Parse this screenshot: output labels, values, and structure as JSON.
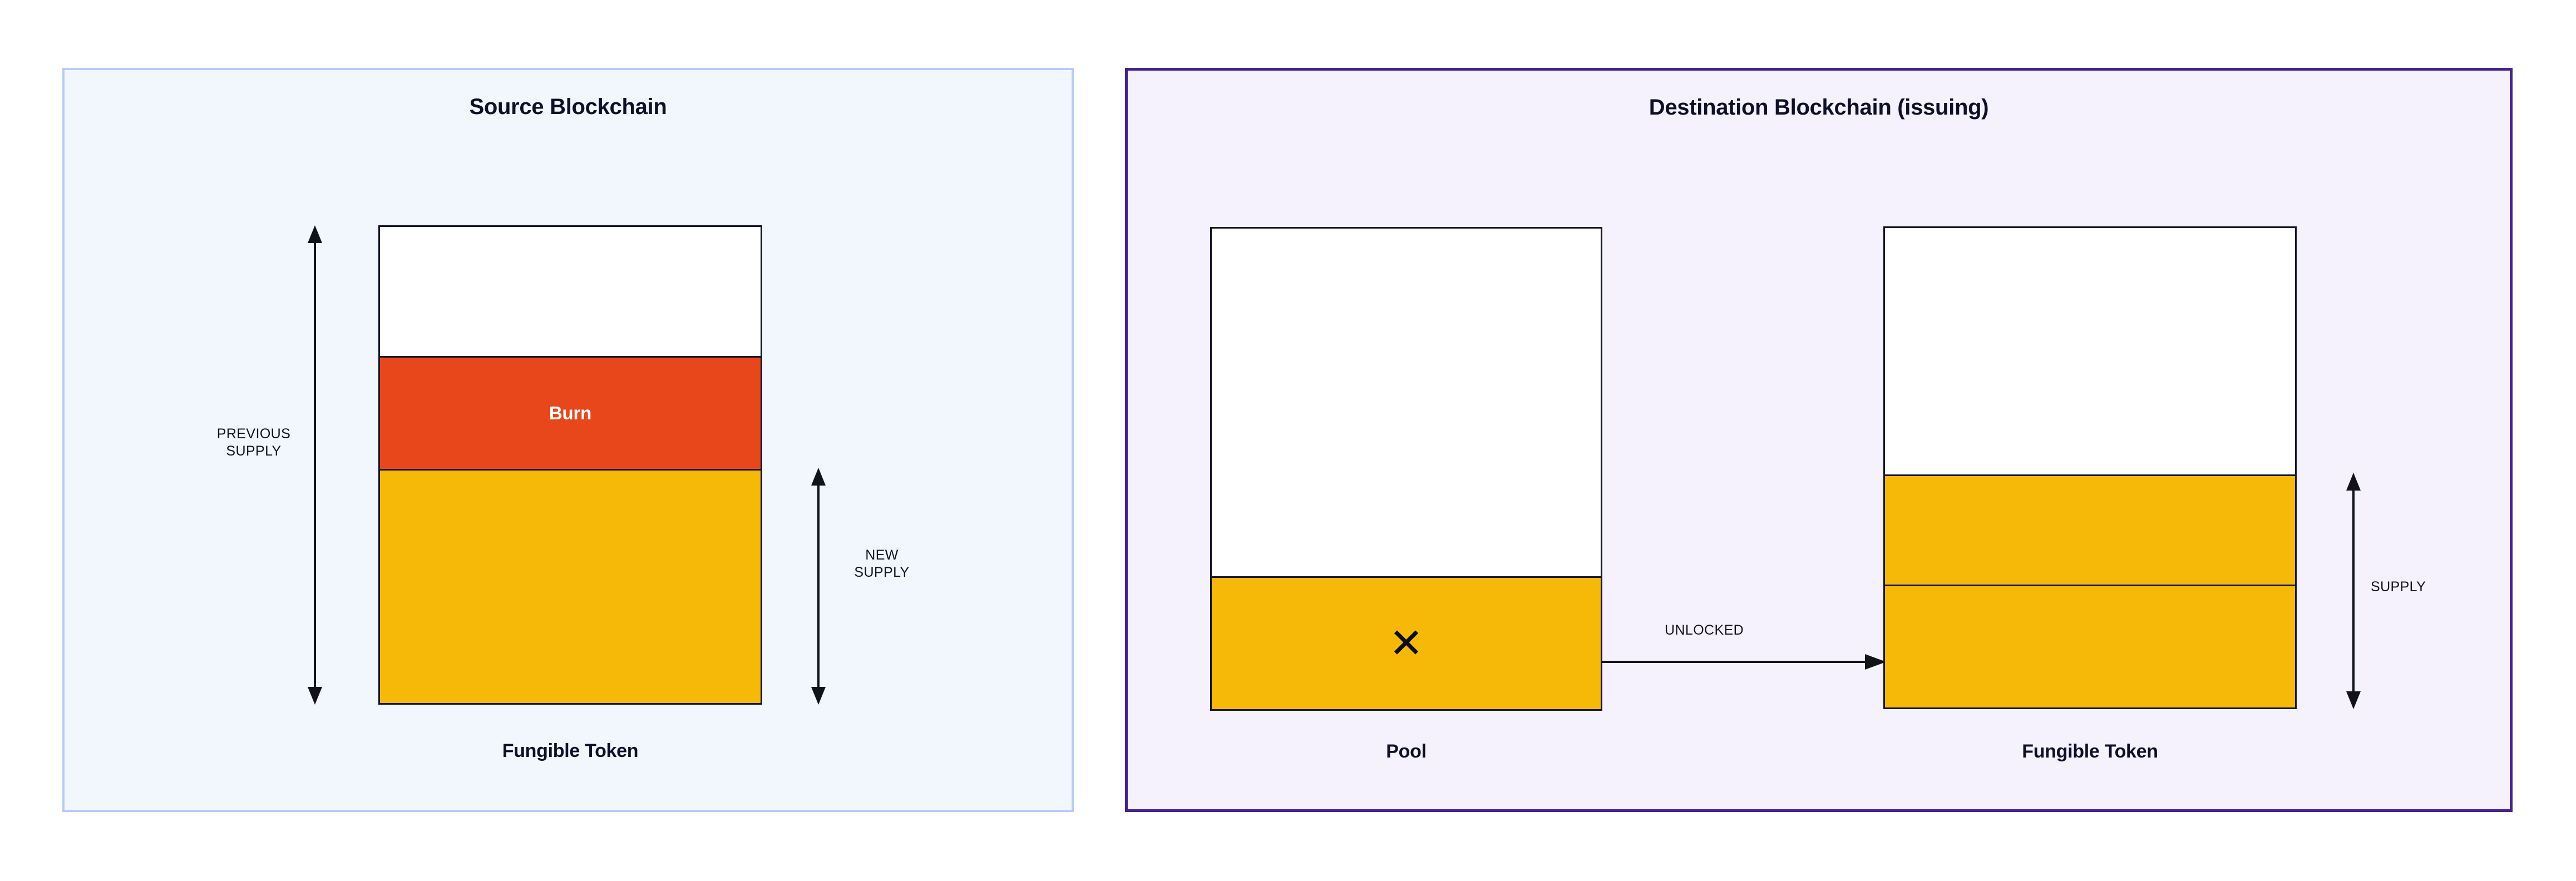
{
  "diagram": {
    "title_source": "Source Blockchain",
    "title_destination": "Destination Blockchain (issuing)"
  },
  "panels": {
    "source": {
      "title": "Source Blockchain",
      "background": "#f2f7fe",
      "border_color": "#b6cdf5",
      "token_box": {
        "caption": "Fungible Token",
        "segments": [
          {
            "name": "empty-headroom",
            "label": "",
            "color": "#ffffff"
          },
          {
            "name": "burn",
            "label": "Burn",
            "color": "#e8461b",
            "text_color": "#ffffff"
          },
          {
            "name": "remaining-supply",
            "label": "",
            "color": "#f7b908"
          }
        ]
      },
      "measures": [
        {
          "name": "previous-supply",
          "label": "PREVIOUS\nSUPPLY",
          "style": "double-headed"
        },
        {
          "name": "new-supply",
          "label": "NEW\nSUPPLY",
          "style": "double-headed"
        }
      ]
    },
    "destination": {
      "title": "Destination Blockchain (issuing)",
      "background": "#f5f2fe",
      "border_color": "#44238f",
      "pool_box": {
        "caption": "Pool",
        "marker_icon": "x-mark-icon",
        "marker_glyph": "✕",
        "segments": [
          {
            "name": "empty-headroom",
            "label": "",
            "color": "#ffffff"
          },
          {
            "name": "pool-locked",
            "label": "",
            "color": "#f7b908"
          }
        ]
      },
      "token_box": {
        "caption": "Fungible Token",
        "segments": [
          {
            "name": "empty-headroom",
            "label": "",
            "color": "#ffffff"
          },
          {
            "name": "existing-supply",
            "label": "",
            "color": "#f7b908"
          },
          {
            "name": "unlocked-supply",
            "label": "",
            "color": "#f7b908"
          }
        ]
      },
      "measures": [
        {
          "name": "supply",
          "label": "SUPPLY",
          "style": "double-headed"
        }
      ],
      "flow": {
        "name": "unlocked-flow",
        "label": "UNLOCKED",
        "style": "single-headed-right"
      }
    }
  },
  "colors": {
    "burn": "#e8461b",
    "token_yellow": "#f7b908",
    "stroke": "#14162b",
    "source_border": "#b6cdf5",
    "destination_border": "#44238f",
    "source_bg": "#f2f7fe",
    "destination_bg": "#f5f2fe",
    "text": "#0d1028"
  }
}
